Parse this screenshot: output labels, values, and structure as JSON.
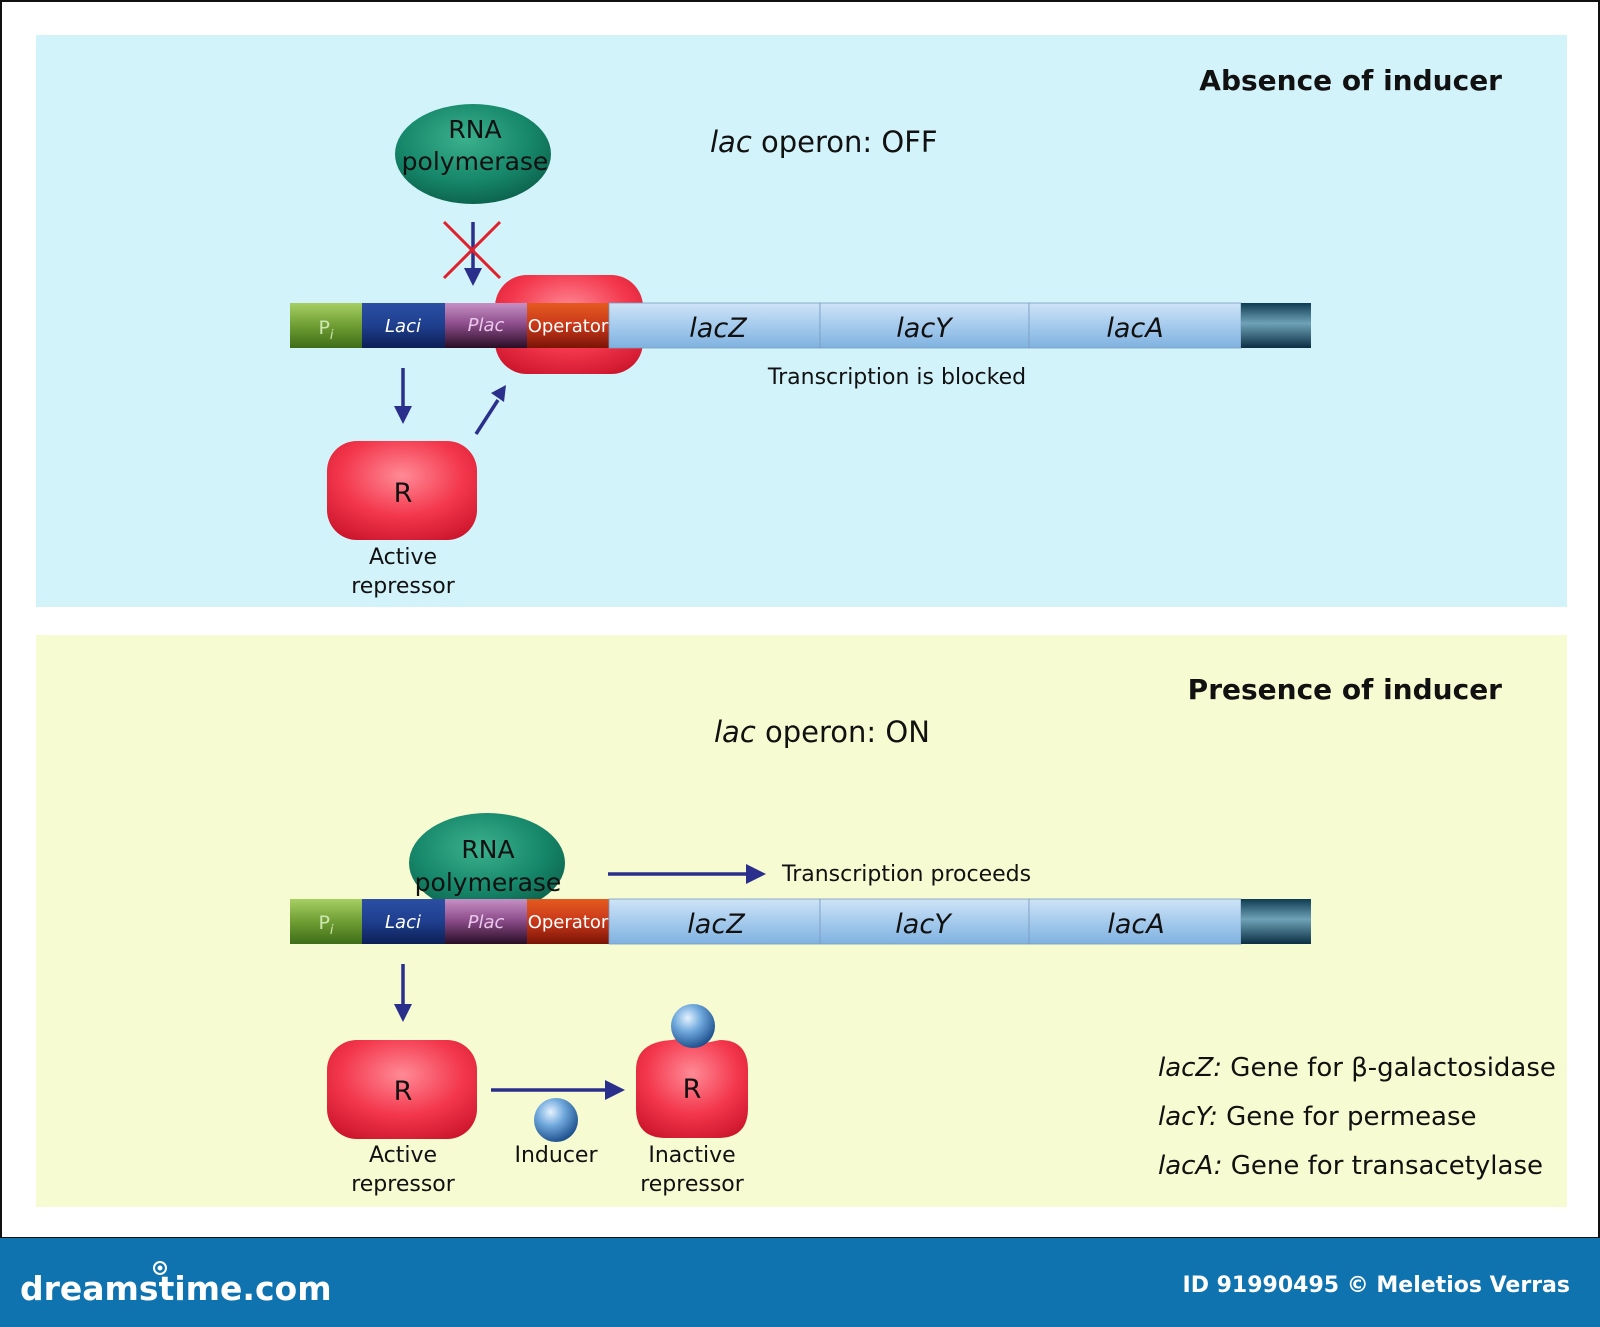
{
  "panels": {
    "top": {
      "heading": "Absence of inducer",
      "status_italic": "lac",
      "status_rest": " operon: OFF",
      "polymerase_line1": "RNA",
      "polymerase_line2": "polymerase",
      "caption": "Transcription is blocked",
      "repressor_letter": "R",
      "repressor_line1": "Active",
      "repressor_line2": "repressor"
    },
    "bottom": {
      "heading": "Presence of inducer",
      "status_italic": "lac",
      "status_rest": " operon: ON",
      "polymerase_line1": "RNA",
      "polymerase_line2": "polymerase",
      "caption": "Transcription proceeds",
      "active_letter": "R",
      "active_line1": "Active",
      "active_line2": "repressor",
      "inducer_label": "Inducer",
      "inactive_letter": "R",
      "inactive_line1": "Inactive",
      "inactive_line2": "repressor"
    }
  },
  "operon": {
    "pi": "P",
    "pi_sub": "i",
    "laci": "Laci",
    "plac": "Plac",
    "operator": "Operator",
    "lacz": "lacZ",
    "lacy": "lacY",
    "laca": "lacA"
  },
  "legend": [
    {
      "gene": "lacZ:",
      "desc": " Gene for β-galactosidase"
    },
    {
      "gene": "lacY:",
      "desc": " Gene for permease"
    },
    {
      "gene": "lacA:",
      "desc": " Gene for transacetylase"
    }
  ],
  "footer": {
    "site": "dreamstime.com",
    "credit": "ID 91990495 © Meletios Verras"
  },
  "colors": {
    "top_bg": "#d3f3fb",
    "bottom_bg": "#f6fbd1",
    "footer_bg": "#0f73b0",
    "arrow": "#2b2f8c",
    "block_x": "#e0202a"
  }
}
